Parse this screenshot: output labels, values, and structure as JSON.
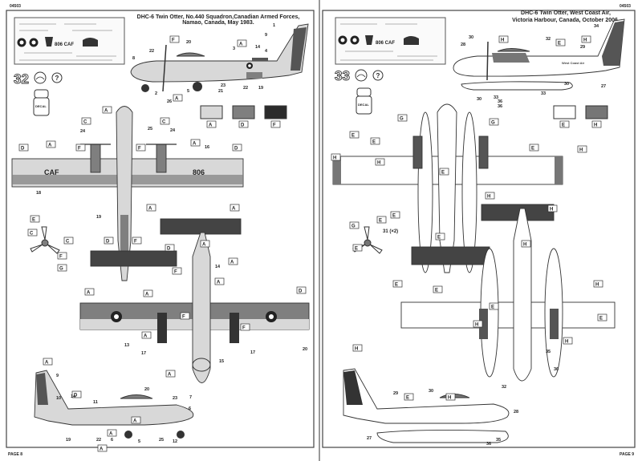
{
  "left_page": {
    "code": "04503",
    "title_line1": "DHC-6 Twin Otter, No.440 Squadron,Canadian Armed Forces,",
    "title_line2": "Namao, Canada, May 1983.",
    "step": "32",
    "decal_label": "DECAL",
    "wing_marking_1": "CAF",
    "wing_marking_2": "806",
    "decal_sheet_text": "806 CAF",
    "page": "PAGE 8",
    "swatches": [
      {
        "code": "A",
        "color": "#d8d8d8"
      },
      {
        "code": "D",
        "color": "#7f7f7f"
      },
      {
        "code": "F",
        "color": "#2b2b2b"
      }
    ],
    "callouts": [
      "F",
      "A",
      "A",
      "A",
      "C",
      "C",
      "D",
      "A",
      "F",
      "F",
      "A",
      "D",
      "A",
      "E",
      "C",
      "F",
      "C",
      "G",
      "A",
      "D",
      "F",
      "A",
      "F",
      "A",
      "D",
      "A",
      "F",
      "A",
      "A",
      "D",
      "A",
      "F",
      "A",
      "A",
      "D",
      "A",
      "A",
      "A"
    ],
    "numbers": [
      "1",
      "9",
      "14",
      "4",
      "3",
      "22",
      "20",
      "8",
      "2",
      "26",
      "5",
      "21",
      "23",
      "22",
      "19",
      "24",
      "25",
      "24",
      "16",
      "18",
      "19",
      "14",
      "13",
      "17",
      "15",
      "17",
      "20",
      "9",
      "10",
      "14",
      "11",
      "20",
      "23",
      "7",
      "6",
      "19",
      "22",
      "6",
      "5",
      "25",
      "12"
    ]
  },
  "right_page": {
    "code": "04503",
    "title_line1": "DHC-6 Twin Otter, West Coast Air,",
    "title_line2": "Victoria Harbour, Canada, October 2006.",
    "step": "33",
    "decal_label": "DECAL",
    "decal_sheet_text": "806 CAF",
    "fuselage_text": "West Coast Air",
    "prop_note": "31 (×2)",
    "page": "PAGE 9",
    "swatches": [
      {
        "code": "E",
        "color": "#ffffff"
      },
      {
        "code": "H",
        "color": "#767676"
      }
    ],
    "callouts": [
      "H",
      "E",
      "H",
      "E",
      "G",
      "G",
      "H",
      "E",
      "H",
      "E",
      "H",
      "E",
      "E",
      "H",
      "H",
      "E",
      "H",
      "E",
      "E",
      "H",
      "E",
      "E",
      "H",
      "H",
      "H",
      "E",
      "H",
      "G",
      "E",
      "E"
    ],
    "numbers": [
      "34",
      "28",
      "30",
      "32",
      "29",
      "30",
      "27",
      "30",
      "33",
      "36",
      "33",
      "36",
      "35",
      "36",
      "29",
      "30",
      "32",
      "28",
      "27",
      "35",
      "36"
    ]
  }
}
